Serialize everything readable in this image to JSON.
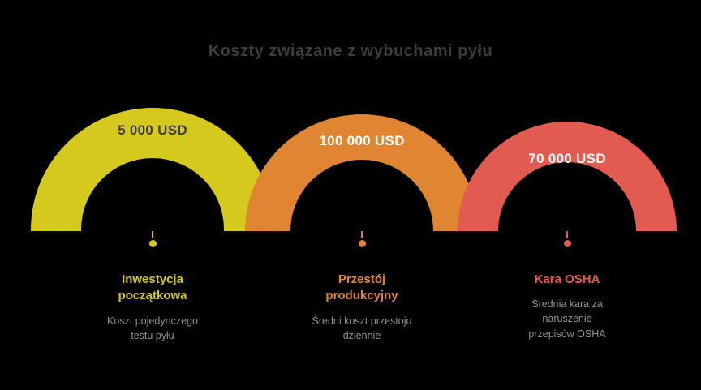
{
  "title": "Koszty związane z wybuchami pyłu",
  "colors": {
    "background": "#000000",
    "title": "#3d3d3d",
    "description_text": "#929292"
  },
  "items": [
    {
      "value": "5 000 USD",
      "value_color": "#3d3d3d",
      "label": "Inwestycja początkowa",
      "description": "Koszt pojedynczego testu pyłu",
      "color": "#d5c91d"
    },
    {
      "value": "100 000 USD",
      "value_color": "#ffffff",
      "label": "Przestój produkcyjny",
      "description": "Średni koszt przestoju dziennie",
      "color": "#e08632"
    },
    {
      "value": "70 000 USD",
      "value_color": "#ffffff",
      "label": "Kara OSHA",
      "description": "Średnia kara za naruszenie przepisów OSHA",
      "color": "#e25b50"
    }
  ],
  "chart_data": {
    "type": "pie",
    "variant": "half-donut-arches",
    "title": "Koszty związane z wybuchami pyłu",
    "categories": [
      "Inwestycja początkowa",
      "Przestój produkcyjny",
      "Kara OSHA"
    ],
    "values": [
      5000,
      100000,
      70000
    ],
    "value_labels": [
      "5 000 USD",
      "100 000 USD",
      "70 000 USD"
    ],
    "descriptions": [
      "Koszt pojedynczego testu pyłu",
      "Średni koszt przestoju dziennie",
      "Średnia kara za naruszenie przepisów OSHA"
    ],
    "colors": [
      "#d5c91d",
      "#e08632",
      "#e25b50"
    ],
    "currency": "USD",
    "legend": false
  }
}
